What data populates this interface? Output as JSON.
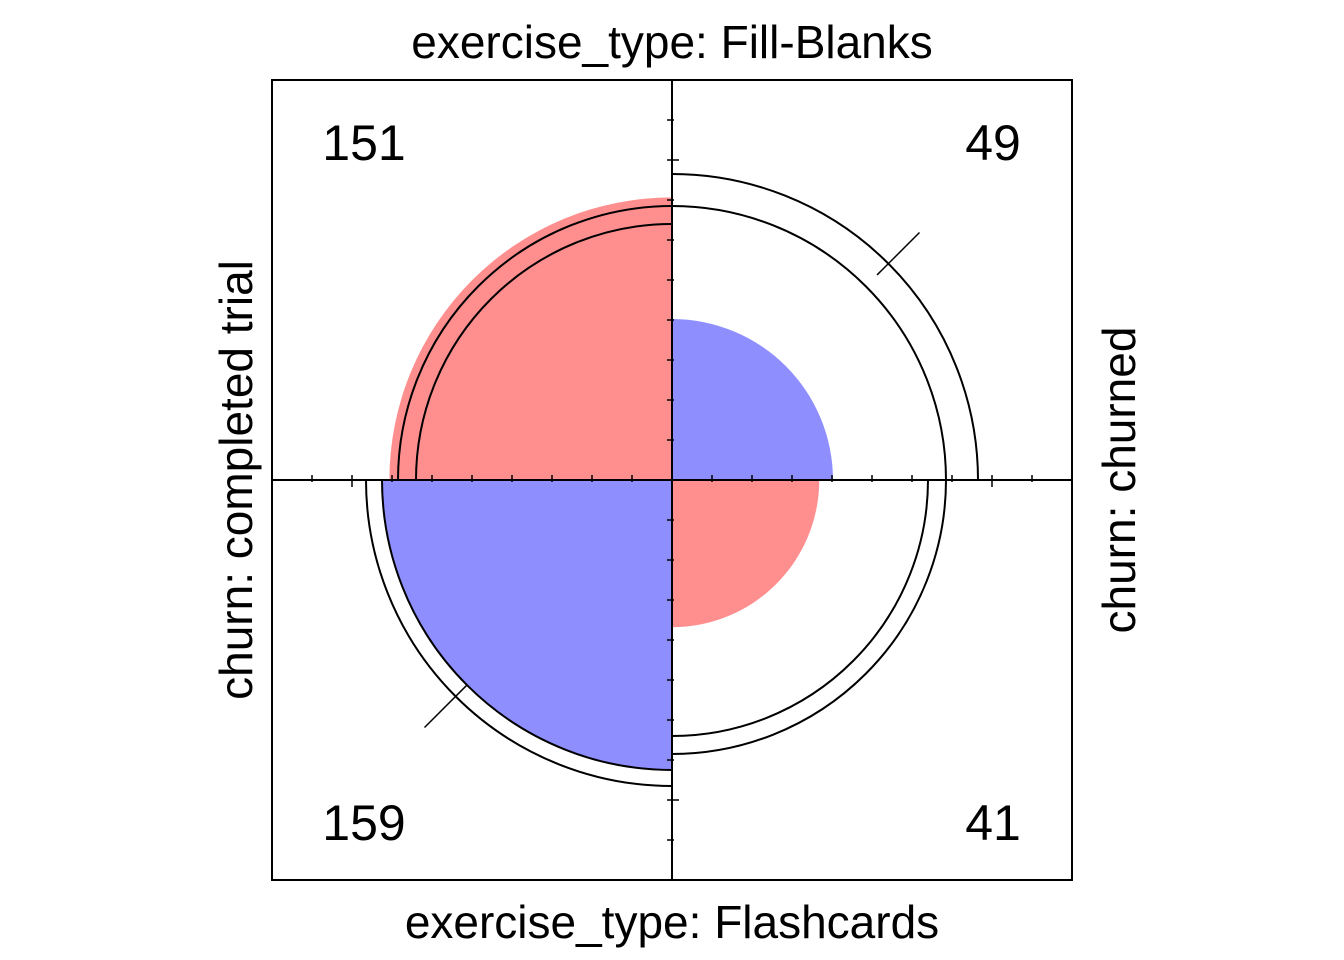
{
  "chart_data": {
    "type": "fourfold",
    "labels": {
      "top": "exercise_type: Fill-Blanks",
      "bottom": "exercise_type: Flashcards",
      "left": "churn: completed trial",
      "right": "churn: churned"
    },
    "cells": [
      {
        "quadrant": "top-left",
        "count": 151,
        "count_text": "151",
        "color": "#ff8e8e"
      },
      {
        "quadrant": "top-right",
        "count": 49,
        "count_text": "49",
        "color": "#8e8eff"
      },
      {
        "quadrant": "bottom-left",
        "count": 159,
        "count_text": "159",
        "color": "#8e8eff"
      },
      {
        "quadrant": "bottom-right",
        "count": 41,
        "count_text": "41",
        "color": "#ff8e8e"
      }
    ],
    "confidence_rings": true
  }
}
